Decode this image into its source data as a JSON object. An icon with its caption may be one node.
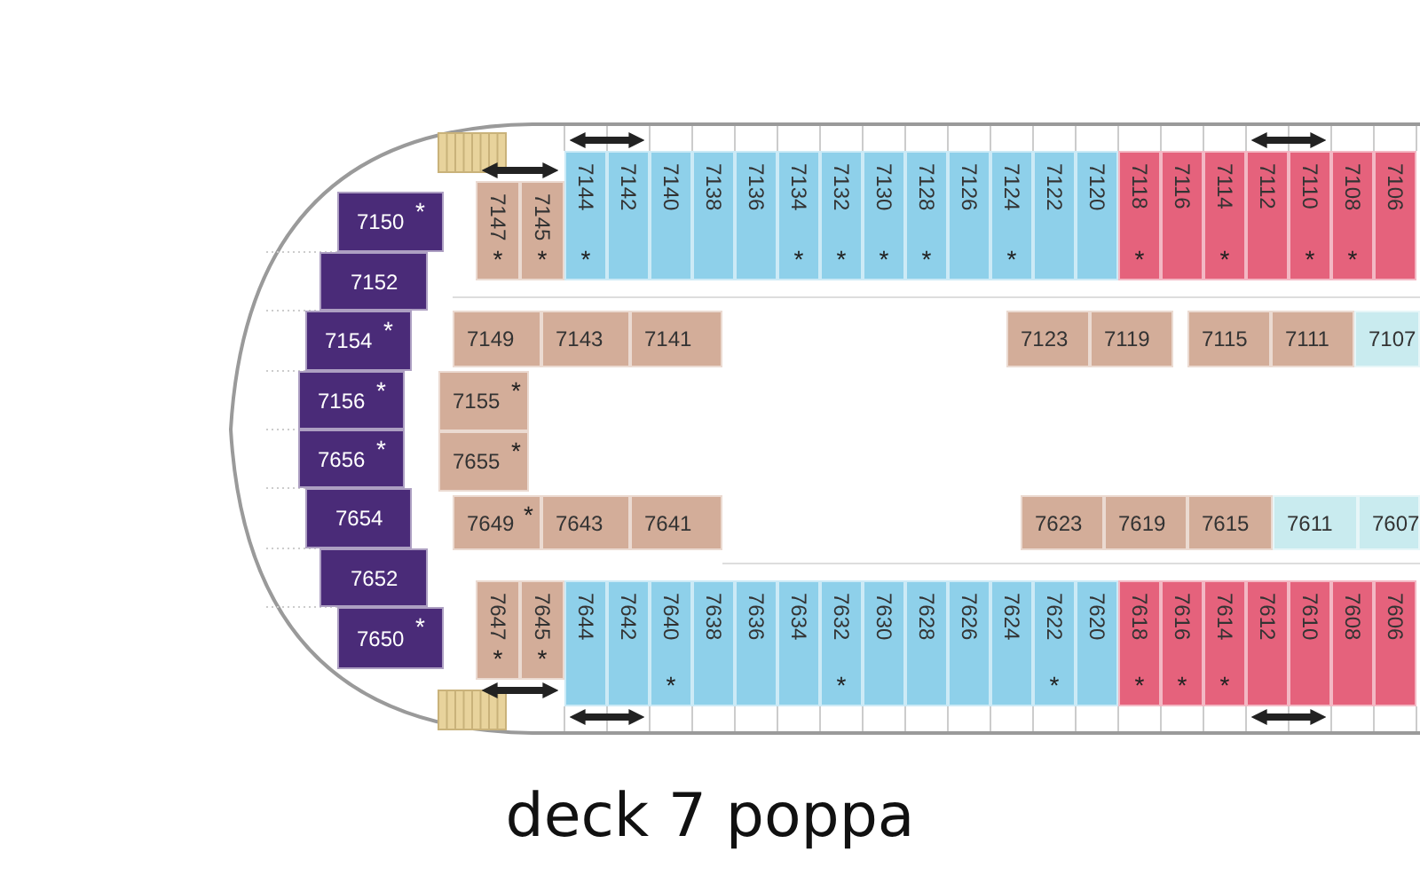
{
  "diagram": {
    "title": "deck 7 poppa",
    "nodes": [
      {
        "text": [
          "7150",
          "*"
        ]
      },
      {
        "text": [
          "7147",
          "*"
        ]
      },
      {
        "text": [
          "7145",
          "*"
        ]
      },
      {
        "text": [
          "7144",
          "*"
        ]
      },
      {
        "text": [
          "7142"
        ]
      },
      {
        "text": [
          "7140"
        ]
      },
      {
        "text": [
          "7138"
        ]
      },
      {
        "text": [
          "7136"
        ]
      },
      {
        "text": [
          "7134",
          "*"
        ]
      },
      {
        "text": [
          "7132",
          "*"
        ]
      },
      {
        "text": [
          "7130",
          "*"
        ]
      },
      {
        "text": [
          "7128",
          "*"
        ]
      },
      {
        "text": [
          "7126"
        ]
      },
      {
        "text": [
          "7124",
          "*"
        ]
      },
      {
        "text": [
          "7122"
        ]
      },
      {
        "text": [
          "7120"
        ]
      },
      {
        "text": [
          "7118",
          "*"
        ]
      },
      {
        "text": [
          "7116"
        ]
      },
      {
        "text": [
          "7114",
          "*"
        ]
      },
      {
        "text": [
          "7112"
        ]
      },
      {
        "text": [
          "7110",
          "*"
        ]
      },
      {
        "text": [
          "7108",
          "*"
        ]
      },
      {
        "text": [
          "7106"
        ]
      },
      {
        "text": [
          "7152"
        ]
      },
      {
        "text": [
          "7154",
          "*"
        ]
      },
      {
        "text": [
          "7149"
        ]
      },
      {
        "text": [
          "7143"
        ]
      },
      {
        "text": [
          "7141"
        ]
      },
      {
        "text": [
          "7123"
        ]
      },
      {
        "text": [
          "7119"
        ]
      },
      {
        "text": [
          "7115"
        ]
      },
      {
        "text": [
          "7111"
        ]
      },
      {
        "text": [
          "7107"
        ]
      },
      {
        "text": [
          "7156",
          "*"
        ]
      },
      {
        "text": [
          "7155",
          "*"
        ]
      },
      {
        "text": [
          "7656",
          "*"
        ]
      },
      {
        "text": [
          "7655",
          "*"
        ]
      },
      {
        "text": [
          "7654"
        ]
      },
      {
        "text": [
          "7649",
          "*"
        ]
      },
      {
        "text": [
          "7643"
        ]
      },
      {
        "text": [
          "7641"
        ]
      },
      {
        "text": [
          "7623"
        ]
      },
      {
        "text": [
          "7619"
        ]
      },
      {
        "text": [
          "7615"
        ]
      },
      {
        "text": [
          "7611"
        ]
      },
      {
        "text": [
          "7607"
        ]
      },
      {
        "text": [
          "7652"
        ]
      },
      {
        "text": [
          "7650",
          "*"
        ]
      },
      {
        "text": [
          "7647",
          "*"
        ]
      },
      {
        "text": [
          "7645",
          "*"
        ]
      },
      {
        "text": [
          "7644"
        ]
      },
      {
        "text": [
          "7642"
        ]
      },
      {
        "text": [
          "7640",
          "*"
        ]
      },
      {
        "text": [
          "7638"
        ]
      },
      {
        "text": [
          "7636"
        ]
      },
      {
        "text": [
          "7634"
        ]
      },
      {
        "text": [
          "7632",
          "*"
        ]
      },
      {
        "text": [
          "7630"
        ]
      },
      {
        "text": [
          "7628"
        ]
      },
      {
        "text": [
          "7626"
        ]
      },
      {
        "text": [
          "7624"
        ]
      },
      {
        "text": [
          "7622",
          "*"
        ]
      },
      {
        "text": [
          "7620"
        ]
      },
      {
        "text": [
          "7618",
          "*"
        ]
      },
      {
        "text": [
          "7616",
          "*"
        ]
      },
      {
        "text": [
          "7614",
          "*"
        ]
      },
      {
        "text": [
          "7612"
        ]
      },
      {
        "text": [
          "7610"
        ]
      },
      {
        "text": [
          "7608"
        ]
      },
      {
        "text": [
          "7606"
        ]
      }
    ],
    "edges": [
      {
        "from": 1,
        "to": 2,
        "arrow": "both"
      },
      {
        "from": 3,
        "to": 4,
        "arrow": "both"
      },
      {
        "from": 19,
        "to": 20,
        "arrow": "both"
      },
      {
        "from": 48,
        "to": 49,
        "arrow": "both"
      },
      {
        "from": 50,
        "to": 51,
        "arrow": "both"
      },
      {
        "from": 66,
        "to": 67,
        "arrow": "both"
      }
    ]
  }
}
